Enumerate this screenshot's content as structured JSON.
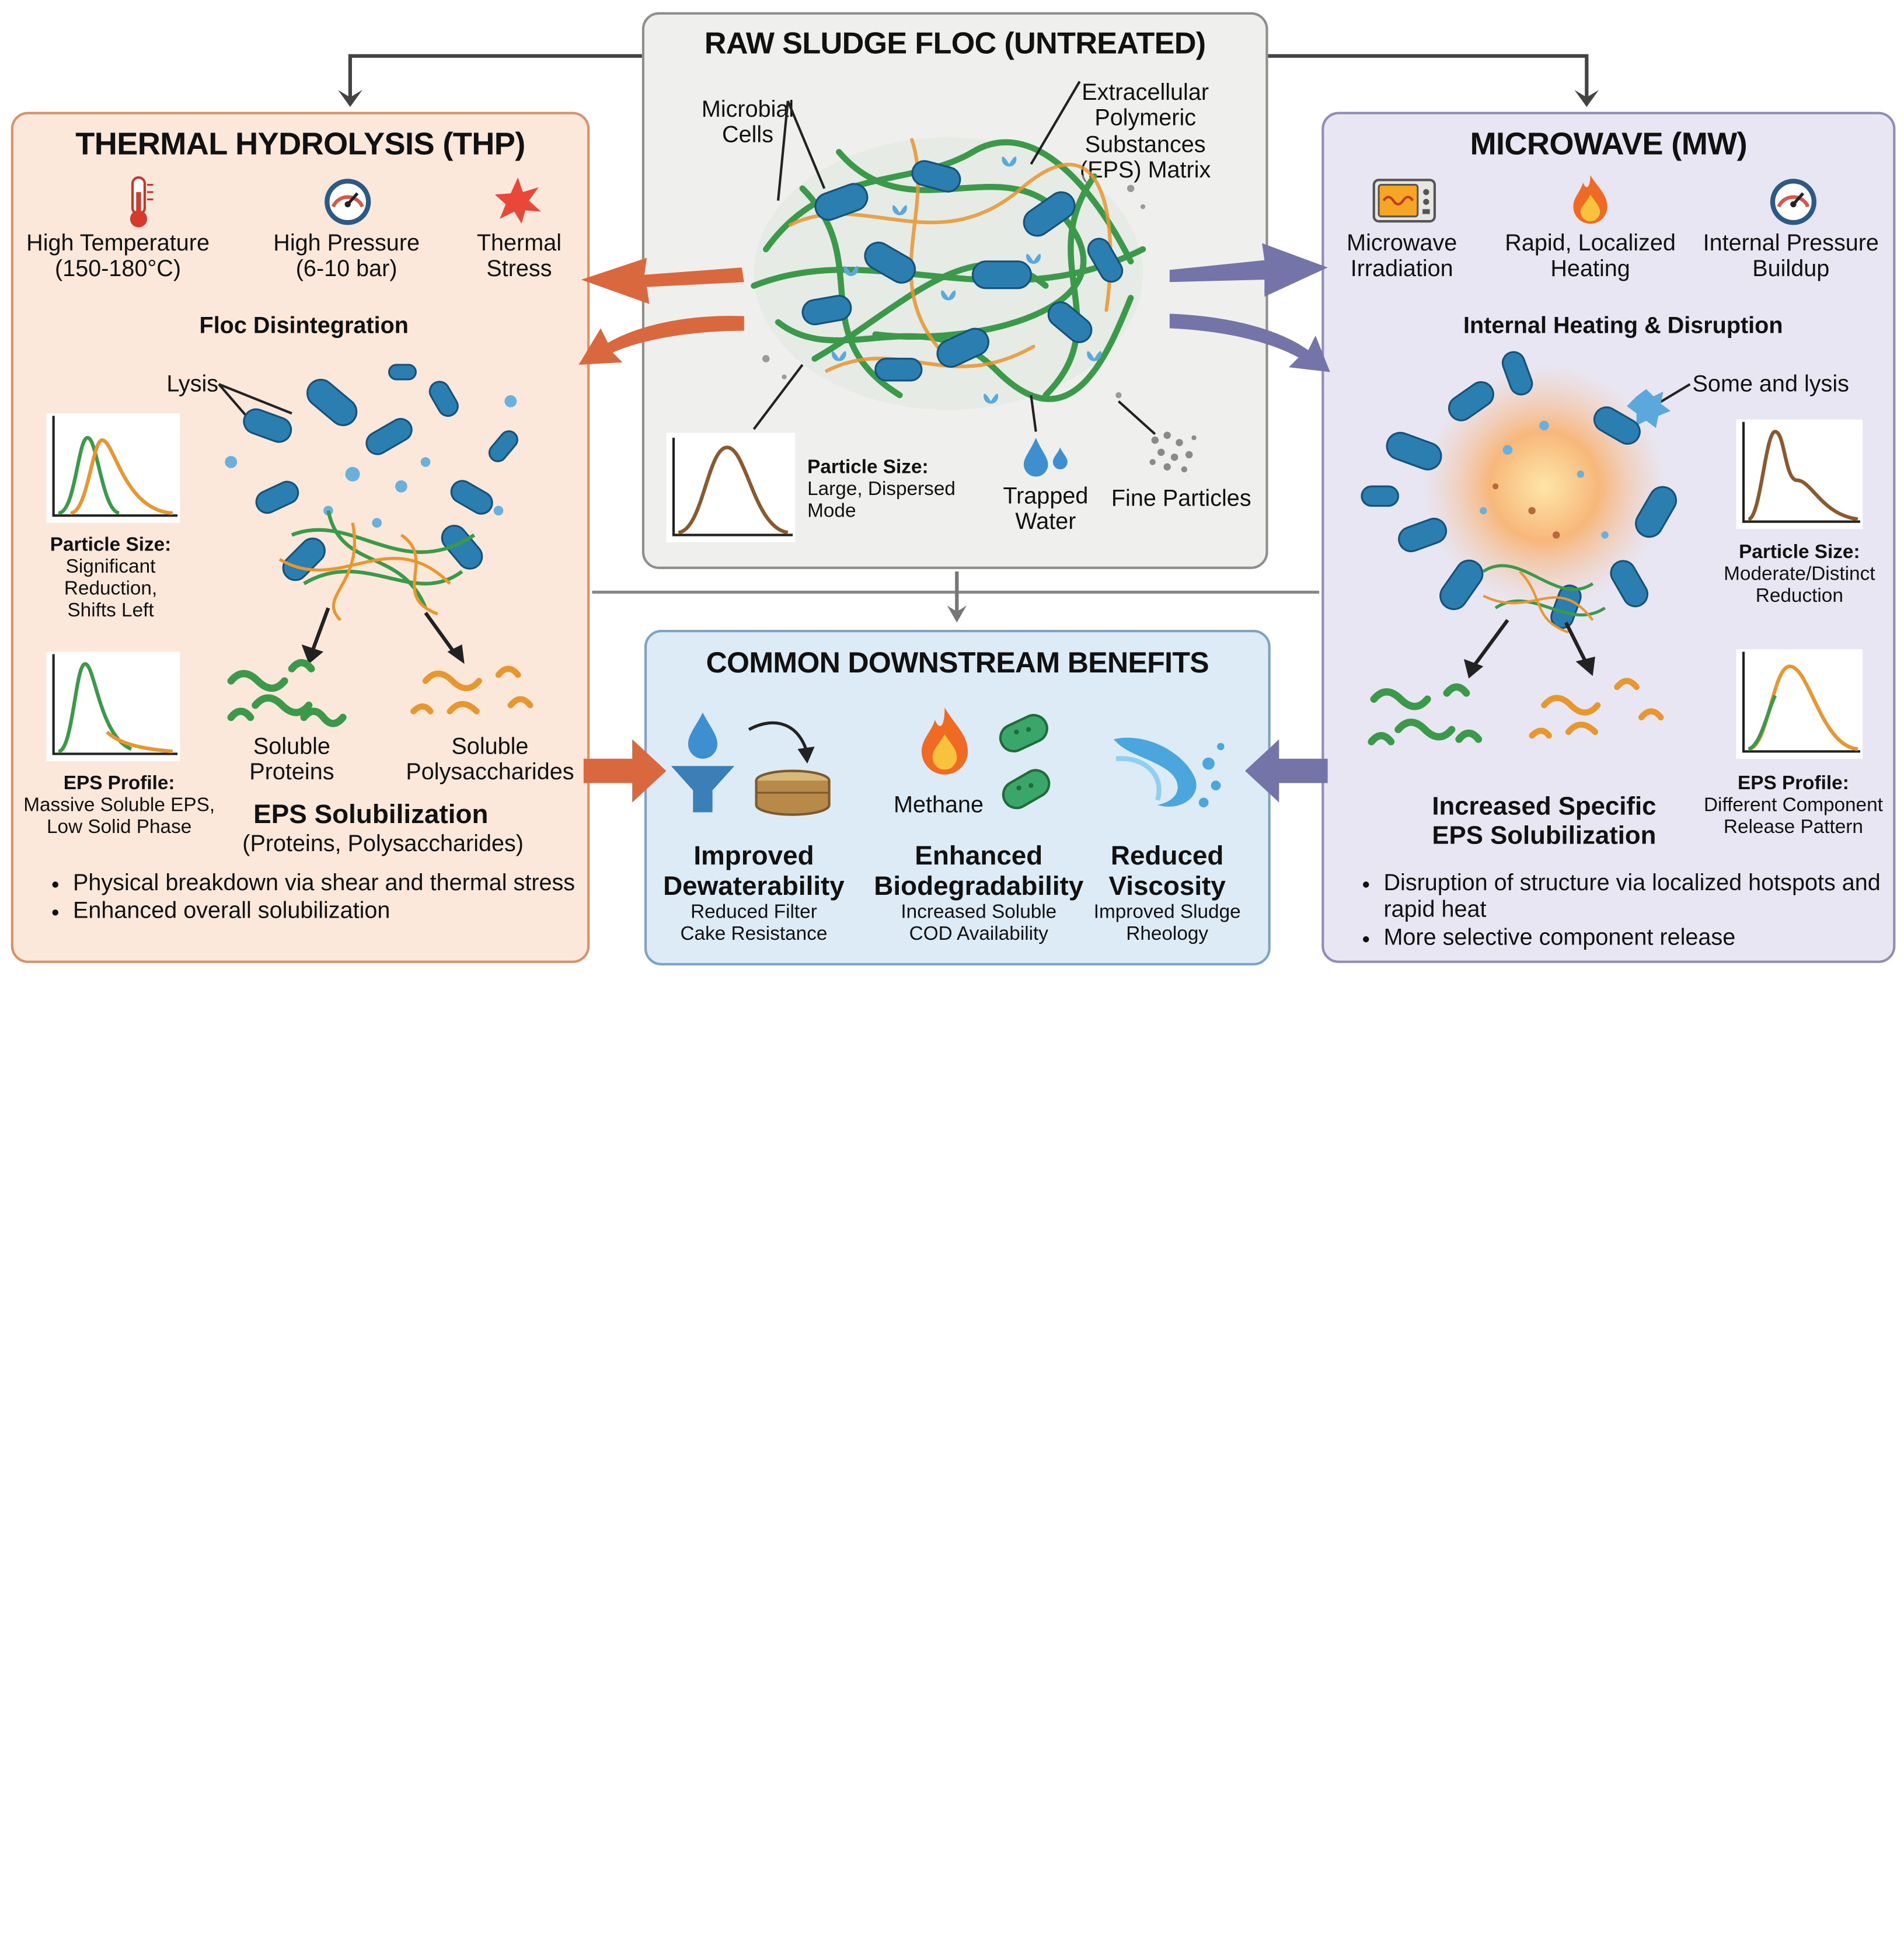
{
  "raw": {
    "title": "RAW SLUDGE FLOC (UNTREATED)",
    "microbial_cells": [
      "Microbial",
      "Cells"
    ],
    "eps_matrix": [
      "Extracellular",
      "Polymeric",
      "Substances",
      "(EPS) Matrix"
    ],
    "particle_size": [
      "Particle Size:",
      "Large, Dispersed",
      "Mode"
    ],
    "trapped_water": [
      "Trapped",
      "Water"
    ],
    "fine_particles": "Fine Particles"
  },
  "thp": {
    "title": "THERMAL HYDROLYSIS (THP)",
    "conditions": [
      [
        "High Temperature",
        "(150-180°C)"
      ],
      [
        "High Pressure",
        "(6-10 bar)"
      ],
      [
        "Thermal",
        "Stress"
      ]
    ],
    "heading": "Floc Disintegration",
    "lysis": "Lysis",
    "particle_size": [
      "Particle Size:",
      "Significant",
      "Reduction,",
      "Shifts Left"
    ],
    "eps_profile": [
      "EPS Profile:",
      "Massive Soluble EPS,",
      "Low Solid Phase"
    ],
    "soluble_proteins": [
      "Soluble",
      "Proteins"
    ],
    "soluble_polysaccharides": [
      "Soluble",
      "Polysaccharides"
    ],
    "eps_title": "EPS Solubilization",
    "eps_subtitle": "(Proteins, Polysaccharides)",
    "bullets": [
      "Physical breakdown via shear and thermal stress",
      "Enhanced overall solubilization"
    ]
  },
  "mw": {
    "title": "MICROWAVE (MW)",
    "conditions": [
      [
        "Microwave",
        "Irradiation"
      ],
      [
        "Rapid, Localized",
        "Heating"
      ],
      [
        "Internal Pressure",
        "Buildup"
      ]
    ],
    "heading": "Internal Heating & Disruption",
    "lysis": "Some and lysis",
    "particle_size": [
      "Particle Size:",
      "Moderate/Distinct",
      "Reduction"
    ],
    "eps_profile": [
      "EPS Profile:",
      "Different Component",
      "Release Pattern"
    ],
    "eps_title": [
      "Increased Specific",
      "EPS Solubilization"
    ],
    "bullets": [
      "Disruption of structure via localized hotspots and rapid heat",
      "More selective component release"
    ]
  },
  "common": {
    "title": "COMMON DOWNSTREAM BENEFITS",
    "methane": "Methane",
    "benefits": [
      {
        "title": [
          "Improved",
          "Dewaterability"
        ],
        "desc": [
          "Reduced Filter",
          "Cake Resistance"
        ]
      },
      {
        "title": [
          "Enhanced",
          "Biodegradability"
        ],
        "desc": [
          "Increased Soluble",
          "COD Availability"
        ]
      },
      {
        "title": [
          "Reduced",
          "Viscosity"
        ],
        "desc": [
          "Improved Sludge",
          "Rheology"
        ]
      }
    ]
  },
  "colors": {
    "thp_fill": "#fbe8da",
    "thp_border": "#d8916a",
    "mw_fill": "#e8e6f2",
    "mw_border": "#8f8cb5",
    "raw_fill": "#efefed",
    "common_fill": "#dcebf6",
    "cell_blue": "#2a7fb0",
    "eps_green": "#3a9a4a",
    "eps_orange": "#e8962e",
    "curve_brown": "#8a5a2e",
    "arrow_orange": "#d9683f",
    "arrow_purple": "#7474a8"
  }
}
